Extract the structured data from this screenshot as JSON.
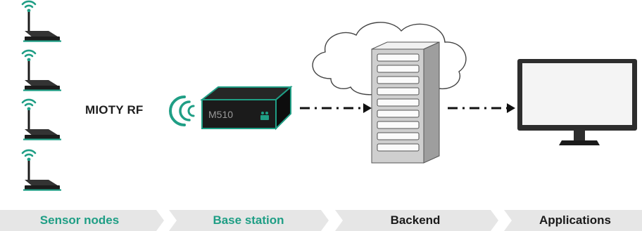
{
  "rf_label": "MIOTY RF",
  "base_station_model": "M510",
  "stages": [
    {
      "label": "Sensor nodes",
      "color": "#1f9e85"
    },
    {
      "label": "Base station",
      "color": "#1f9e85"
    },
    {
      "label": "Backend",
      "color": "#1a1a1a"
    },
    {
      "label": "Applications",
      "color": "#1a1a1a"
    }
  ],
  "colors": {
    "accent": "#1f9e85",
    "device": "#1c1c1c",
    "stage_fill": "#e6e6e6",
    "server": "#cfcfcf",
    "monitor_frame": "#333333"
  },
  "icons": {
    "sensor": "wireless-sensor-node-icon",
    "radio": "radio-waves-icon",
    "base_station": "base-station-icon",
    "cloud": "cloud-icon",
    "server": "server-rack-icon",
    "monitor": "monitor-icon"
  }
}
